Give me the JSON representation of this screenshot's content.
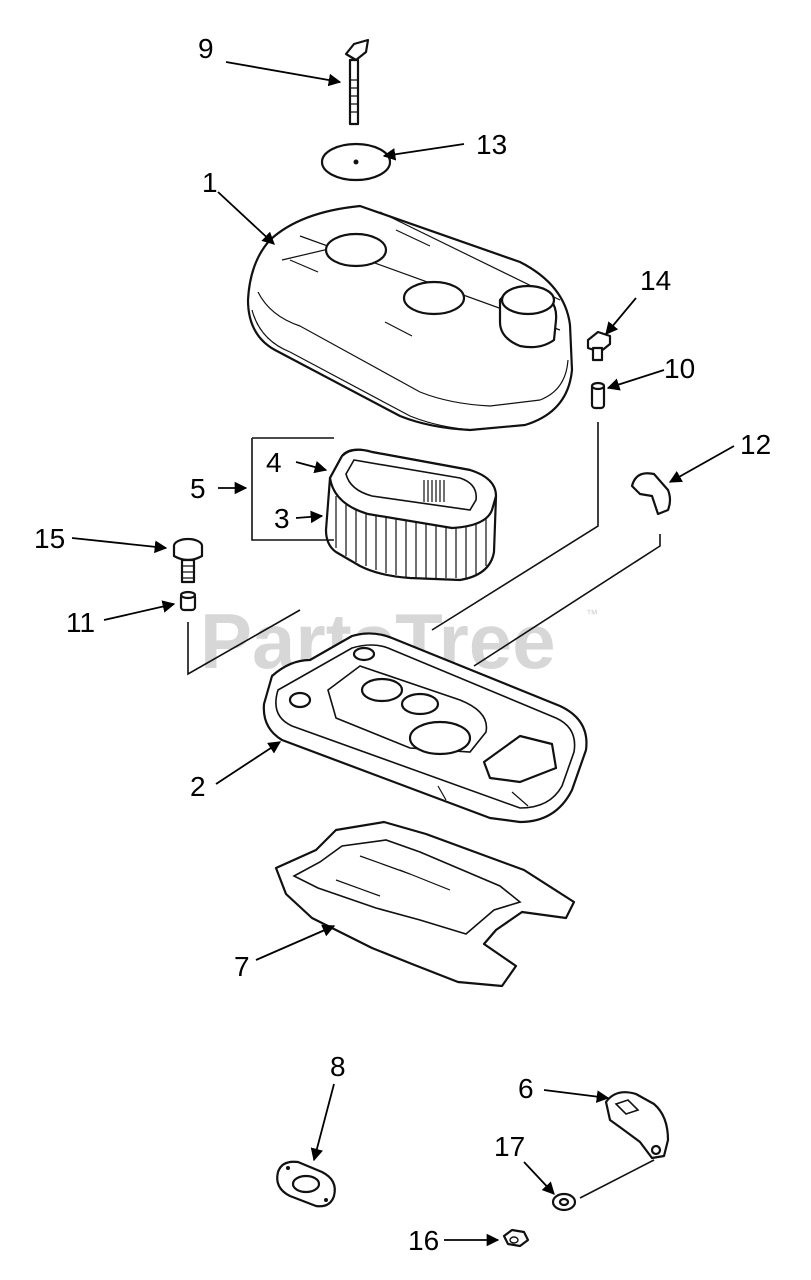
{
  "watermark": {
    "text": "PartsTree",
    "trademark": "™"
  },
  "callouts": {
    "c1": "1",
    "c2": "2",
    "c3": "3",
    "c4": "4",
    "c5": "5",
    "c6": "6",
    "c7": "7",
    "c8": "8",
    "c9": "9",
    "c10": "10",
    "c11": "11",
    "c12": "12",
    "c13": "13",
    "c14": "14",
    "c15": "15",
    "c16": "16",
    "c17": "17"
  }
}
